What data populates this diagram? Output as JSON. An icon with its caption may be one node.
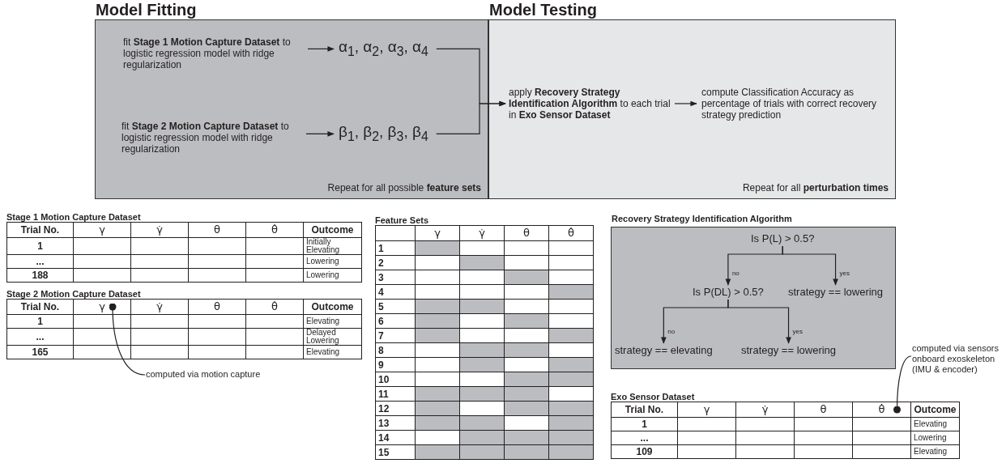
{
  "diagram": {
    "nodes": [
      {
        "text": [
          "Model Fitting",
          "Repeat for all possible **feature sets**"
        ]
      },
      {
        "text": [
          "fit **Stage 1 Motion Capture Dataset** to logistic regression model with ridge regularization"
        ],
        "in": 0
      },
      {
        "text": [
          "α$_{1}$, α$_{2}$, α$_{3}$, α$_{4}$"
        ],
        "in": 0
      },
      {
        "text": [
          "fit **Stage 2 Motion Capture Dataset** to logistic regression model with ridge regularization"
        ],
        "in": 0
      },
      {
        "text": [
          "β$_{1}$, β$_{2}$, β$_{3}$, β$_{4}$"
        ],
        "in": 0
      },
      {
        "text": [
          "Model Testing",
          "Repeat for all **perturbation times**"
        ]
      },
      {
        "text": [
          "apply **Recovery Strategy Identification Algorithm** to each trial in **Exo Sensor Dataset**"
        ],
        "in": 5
      },
      {
        "text": [
          "compute Classification Accuracy as percentage of trials with correct recovery strategy prediction"
        ],
        "in": 5
      },
      {
        "text": [
          "Recovery Strategy Identification Algorithm"
        ]
      },
      {
        "text": [
          "Is P(L) > 0.5?"
        ],
        "in": 8
      },
      {
        "text": [
          "Is P(DL) > 0.5?"
        ],
        "in": 8
      },
      {
        "text": [
          "strategy == lowering"
        ],
        "in": 8
      },
      {
        "text": [
          "strategy == elevating"
        ],
        "in": 8
      },
      {
        "text": [
          "strategy == lowering"
        ],
        "in": 8
      },
      {
        "text": [
          "computed via motion capture"
        ]
      },
      {
        "text": [
          "computed via sensors onboard exoskeleton (IMU & encoder)"
        ]
      },
      {
        "text": [
          "γ"
        ]
      },
      {
        "text": [
          "θ̇"
        ]
      }
    ],
    "edges": [
      {
        "from": 1,
        "to": 2,
        "arrow": "to"
      },
      {
        "from": 3,
        "to": 4,
        "arrow": "to"
      },
      {
        "from": 2,
        "to": 6,
        "arrow": "to"
      },
      {
        "from": 4,
        "to": 6,
        "arrow": "to"
      },
      {
        "from": 6,
        "to": 7,
        "arrow": "to"
      },
      {
        "from": 9,
        "to": 10,
        "arrow": "to",
        "label": "no"
      },
      {
        "from": 9,
        "to": 11,
        "arrow": "to",
        "label": "yes"
      },
      {
        "from": 10,
        "to": 12,
        "arrow": "to",
        "label": "no"
      },
      {
        "from": 10,
        "to": 13,
        "arrow": "to",
        "label": "yes"
      },
      {
        "from": 14,
        "to": 16,
        "arrow": "other"
      },
      {
        "from": 15,
        "to": 17,
        "arrow": "other"
      }
    ],
    "labels": [
      "Stage 1 Motion Capture Dataset",
      "Trial No.",
      "γ",
      "γ̇",
      "θ",
      "θ̇",
      "Outcome",
      "1",
      "Initially Elevating",
      "...",
      "Lowering",
      "188",
      "Lowering",
      "Stage 2 Motion Capture Dataset",
      "Trial No.",
      "γ̇",
      "θ",
      "θ̇",
      "Outcome",
      "1",
      "Elevating",
      "...",
      "Delayed Lowering",
      "165",
      "Elevating",
      "Feature Sets",
      "γ",
      "γ̇",
      "θ",
      "θ̇",
      "1",
      "2",
      "3",
      "4",
      "5",
      "6",
      "7",
      "8",
      "9",
      "10",
      "11",
      "12",
      "13",
      "14",
      "15",
      "Exo Sensor Dataset",
      "Trial No.",
      "γ",
      "γ̇",
      "θ",
      "Outcome",
      "1",
      "Elevating",
      "...",
      "Lowering",
      "109",
      "Elevating"
    ]
  }
}
